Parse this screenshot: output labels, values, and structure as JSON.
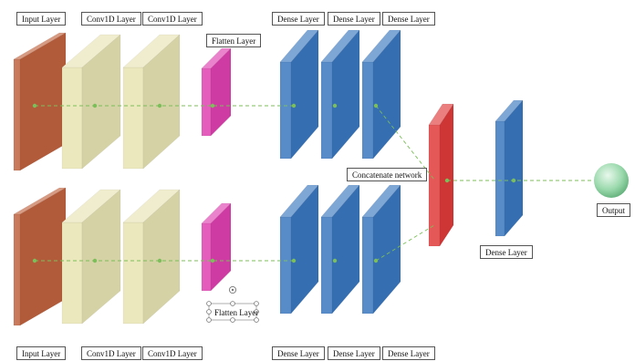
{
  "labels": {
    "input_top": "Input Layer",
    "conv1_top": "Conv1D Layer",
    "conv2_top": "Conv1D Layer",
    "flatten_top": "Flatten Layer",
    "dense1_top": "Dense Layer",
    "dense2_top": "Dense Layer",
    "dense3_top": "Dense Layer",
    "concatenate": "Concatenate network",
    "dense_final": "Dense Layer",
    "output": "Output",
    "input_bottom": "Input Layer",
    "conv1_bottom": "Conv1D Layer",
    "conv2_bottom": "Conv1D Layer",
    "flatten_bottom": "Flatten Layer",
    "dense1_bottom": "Dense Layer",
    "dense2_bottom": "Dense Layer",
    "dense3_bottom": "Dense Layer"
  },
  "colors": {
    "input_layer": "#c1633f",
    "conv_layer": "#e8e4b3",
    "flatten_layer": "#e040b0",
    "dense_layer": "#3a78c0",
    "concatenate_layer": "#e03a3a",
    "output_node": "#8fd4a4",
    "connector": "#7cbf5a"
  }
}
